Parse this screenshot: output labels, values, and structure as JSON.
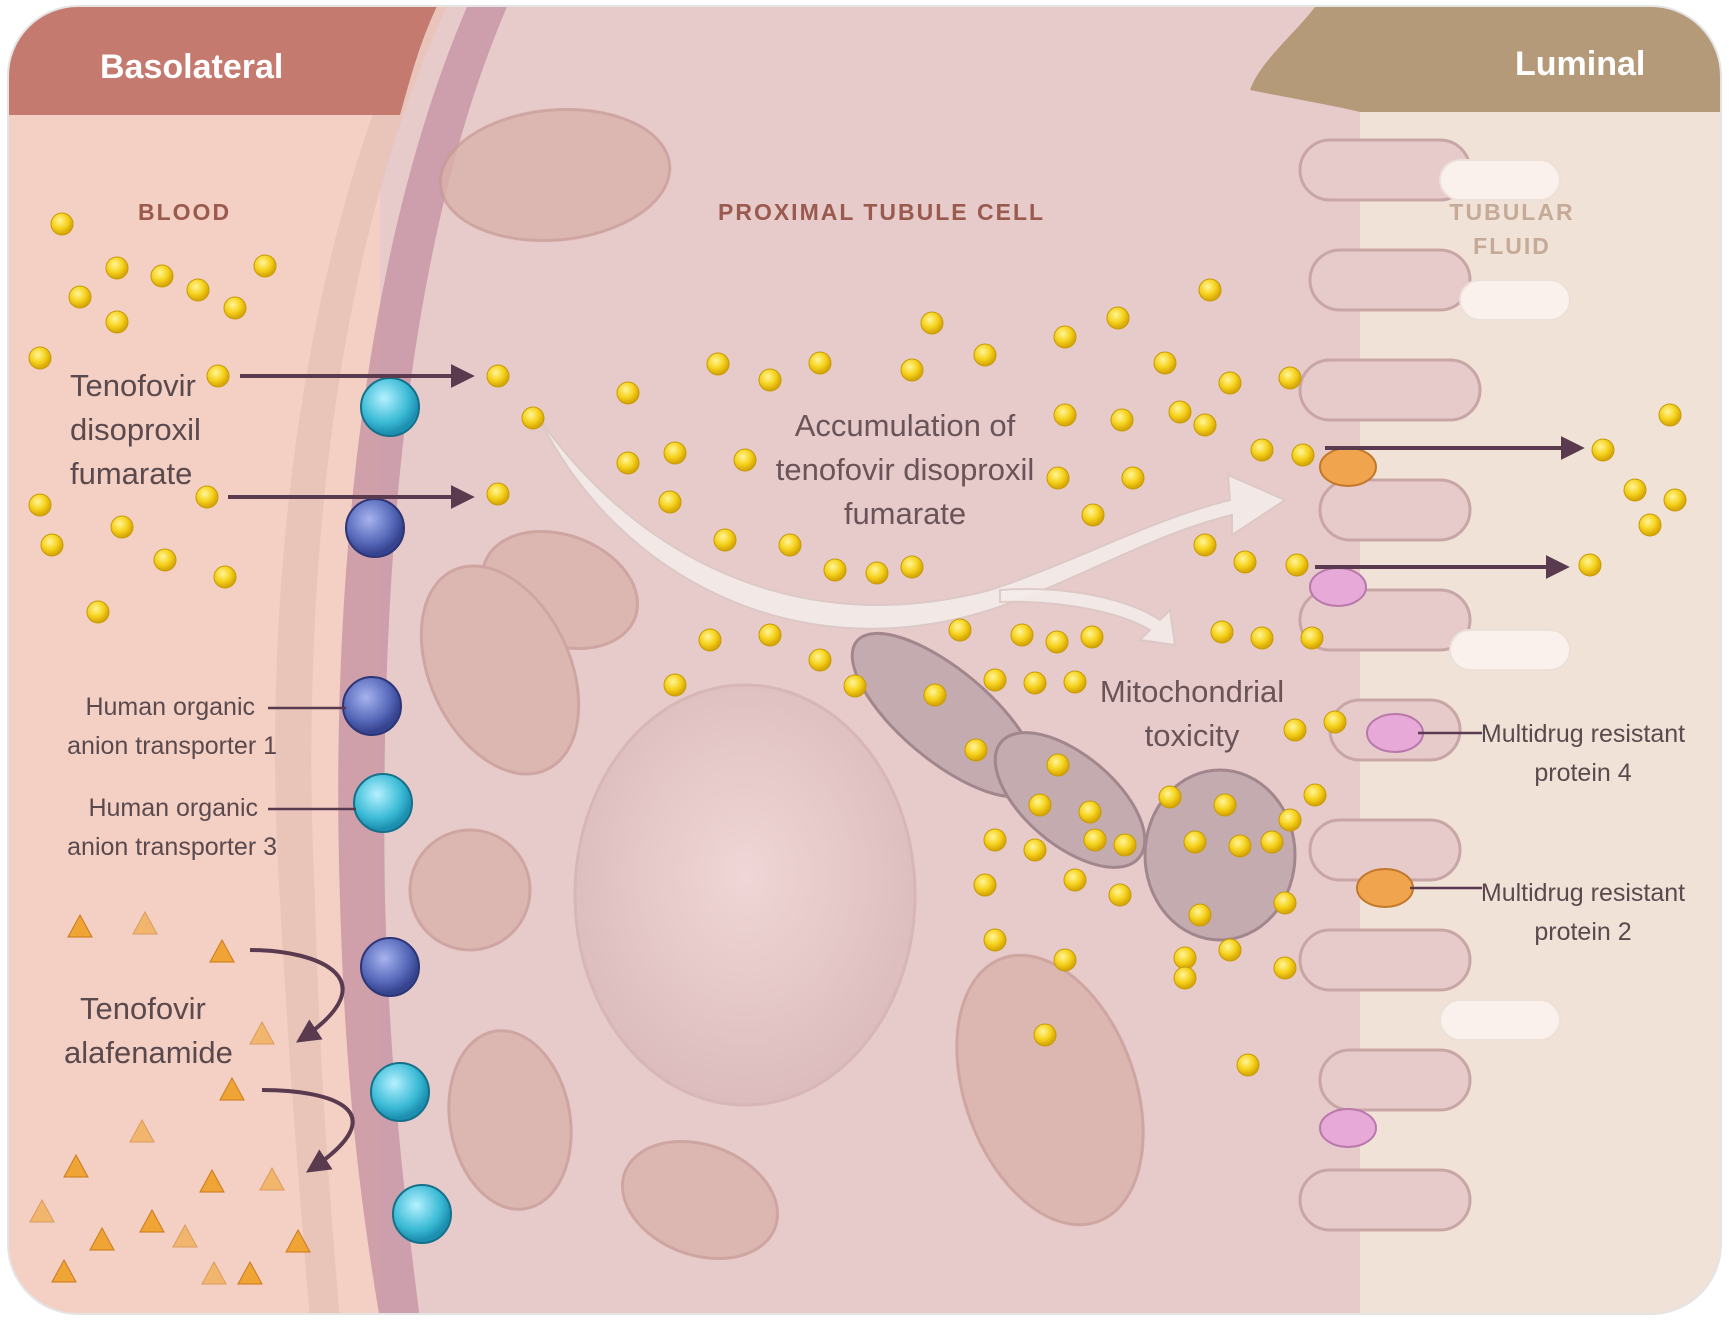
{
  "headers": {
    "left": "Basolateral",
    "right": "Luminal"
  },
  "regions": {
    "blood": "BLOOD",
    "cell": "PROXIMAL TUBULE CELL",
    "fluid": [
      "TUBULAR",
      "FLUID"
    ]
  },
  "labels": {
    "tdf": [
      "Tenofovir",
      "disoproxil",
      "fumarate"
    ],
    "taf": [
      "Tenofovir",
      "alafenamide"
    ],
    "oat1": [
      "Human organic",
      "anion transporter 1"
    ],
    "oat3": [
      "Human organic",
      "anion transporter 3"
    ],
    "accumulation": [
      "Accumulation of",
      "tenofovir disoproxil",
      "fumarate"
    ],
    "mito": [
      "Mitochondrial",
      "toxicity"
    ],
    "mrp4": [
      "Multidrug resistant",
      "protein 4"
    ],
    "mrp2": [
      "Multidrug resistant",
      "protein 2"
    ]
  },
  "colors": {
    "header_left": "#c47a6e",
    "header_right": "#b59a7a",
    "blood_bg": "#f3cfc4",
    "cell_bg": "#e8cccc",
    "fluid_bg": "#f1e2d8",
    "oat1_blue": "#5567b8",
    "oat3_cyan": "#3bbbd6",
    "mrp4_pink": "#e6a9d8",
    "mrp2_orange": "#f0a44e",
    "tdf_yellow": "#f6d21c",
    "taf_orange": "#f0a436",
    "arrow": "#5a3a4e"
  }
}
